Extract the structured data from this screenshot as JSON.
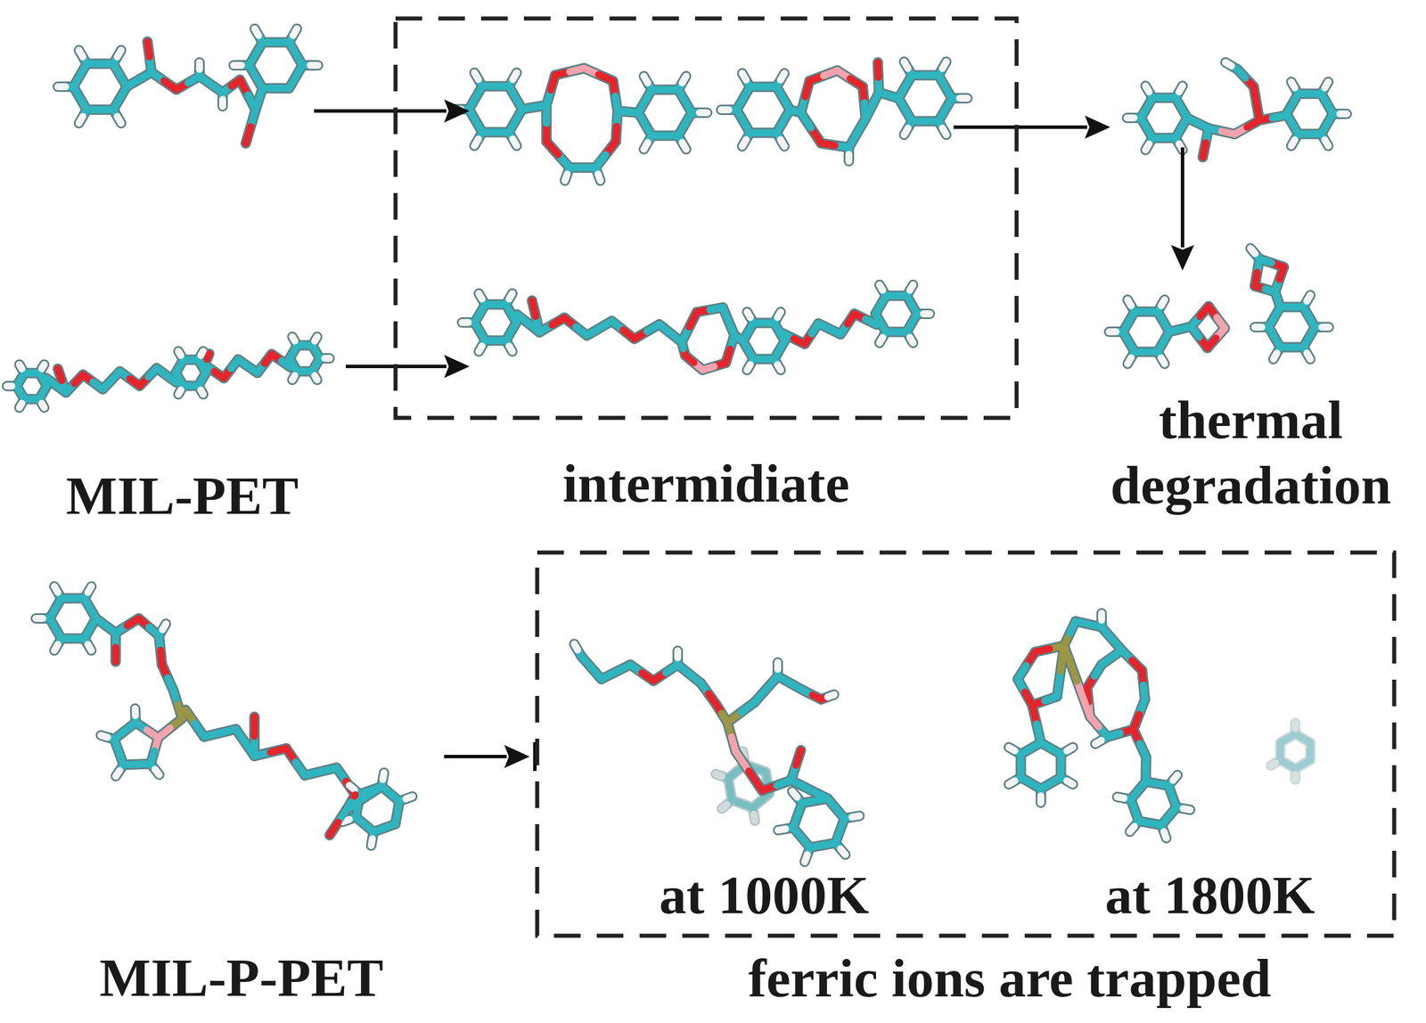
{
  "diagram": {
    "nodes": [
      {
        "text": [
          "intermidiate"
        ]
      },
      {
        "text": [
          "at 1000K",
          "at 1800K",
          "ferric ions are trapped"
        ]
      }
    ],
    "labels": [
      "MIL-PET",
      "thermal degradation",
      "MIL-P-PET"
    ]
  }
}
